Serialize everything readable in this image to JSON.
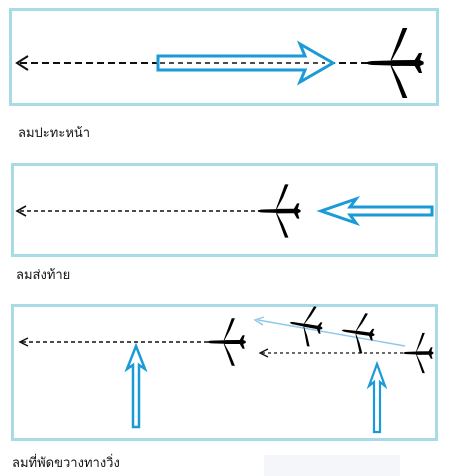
{
  "captions": {
    "headwind": "ลมปะทะหน้า",
    "tailwind": "ลมส่งท้าย",
    "crosswind": "ลมที่พัดขวางทางวิ่ง"
  },
  "colors": {
    "panel_border": "#a9dbe6",
    "wind_arrow": "#1a9ad6",
    "path": "#111111",
    "aircraft": "#000000"
  },
  "icons": [
    "aircraft-icon",
    "wind-arrow",
    "flight-path-arrow"
  ]
}
